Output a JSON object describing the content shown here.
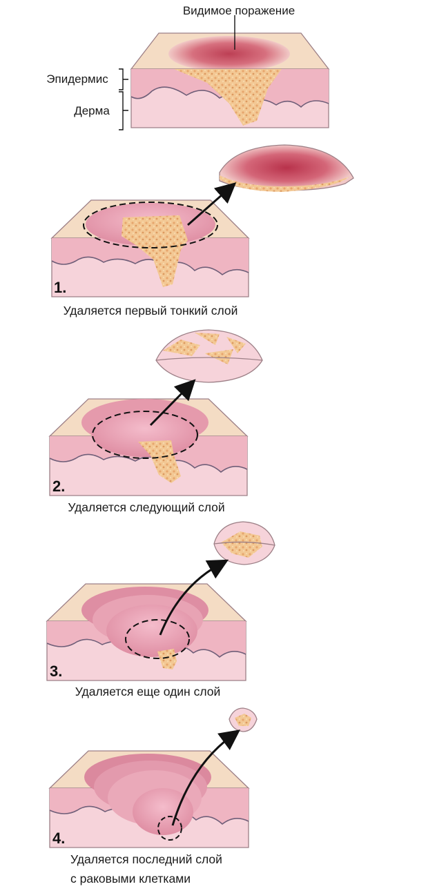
{
  "labels": {
    "visible_lesion": "Видимое поражение",
    "epidermis": "Эпидермис",
    "dermis": "Дерма"
  },
  "steps": [
    {
      "number": "1.",
      "caption": [
        "Удаляется первый тонкий слой"
      ]
    },
    {
      "number": "2.",
      "caption": [
        "Удаляется следующий слой"
      ]
    },
    {
      "number": "3.",
      "caption": [
        "Удаляется еще один слой"
      ]
    },
    {
      "number": "4.",
      "caption": [
        "Удаляется последний слой",
        "с раковыми клетками"
      ]
    }
  ],
  "colors": {
    "skin_surface": "#f4dcc4",
    "dermis": "#f6d3da",
    "epidermis": "#efb5c2",
    "wave": "#6f5e78",
    "tumor": "#f3c894",
    "tumor_spot": "#e7a66d",
    "lesion": "#c7475e",
    "cavity": "#e59aac",
    "arrow": "#111111"
  }
}
